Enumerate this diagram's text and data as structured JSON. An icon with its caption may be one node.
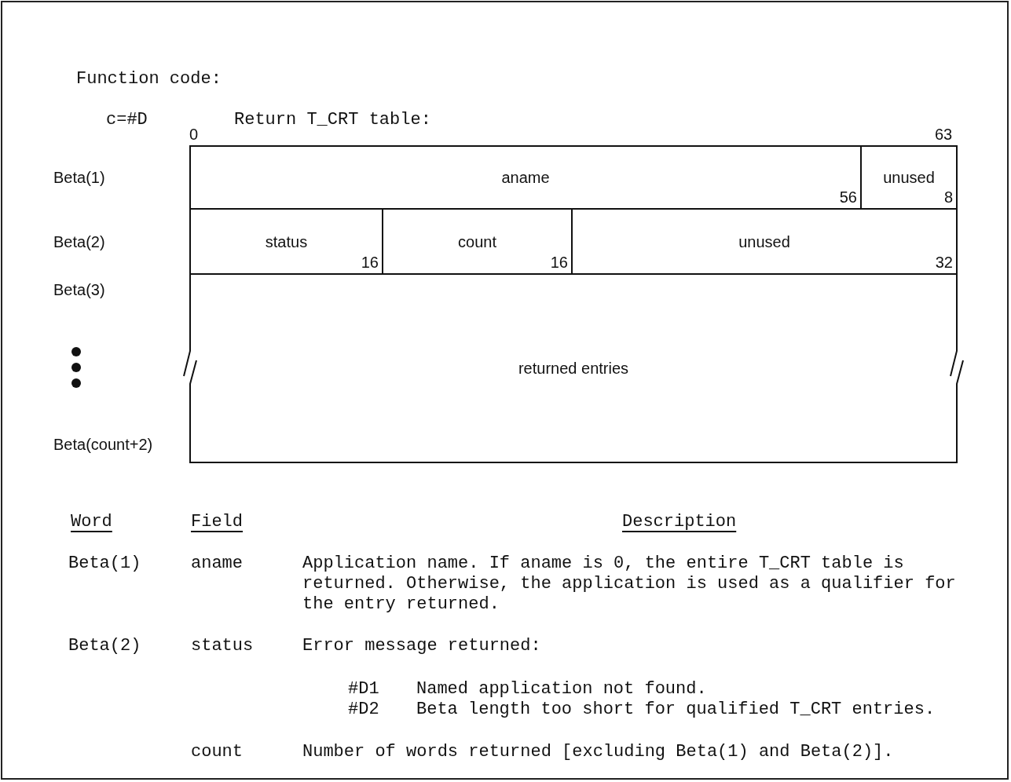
{
  "diagram": {
    "nodes": [
      {
        "text": [
          "aname",
          "56"
        ]
      },
      {
        "text": [
          "unused",
          "8"
        ]
      },
      {
        "text": [
          "status",
          "16"
        ]
      },
      {
        "text": [
          "count",
          "16"
        ]
      },
      {
        "text": [
          "unused",
          "32"
        ]
      },
      {
        "text": [
          "returned entries"
        ]
      }
    ],
    "edges": [],
    "labels": [
      "Function code:",
      "c=#D",
      "Return T_CRT table:",
      "0",
      "63",
      "Beta(1)",
      "Beta(2)",
      "Beta(3)",
      "Beta(count+2)",
      "Word",
      "Field",
      "Description",
      "Beta(1)",
      "aname",
      "Application name. If aname is 0, the entire T_CRT table is returned. Otherwise, the application is used as a qualifier for the entry returned.",
      "Beta(2)",
      "status",
      "Error message returned:",
      "#D1",
      "Named application not found.",
      "#D2",
      "Beta length too short for qualified T_CRT entries.",
      "count",
      "Number of words returned [excluding Beta(1) and Beta(2)]."
    ]
  }
}
